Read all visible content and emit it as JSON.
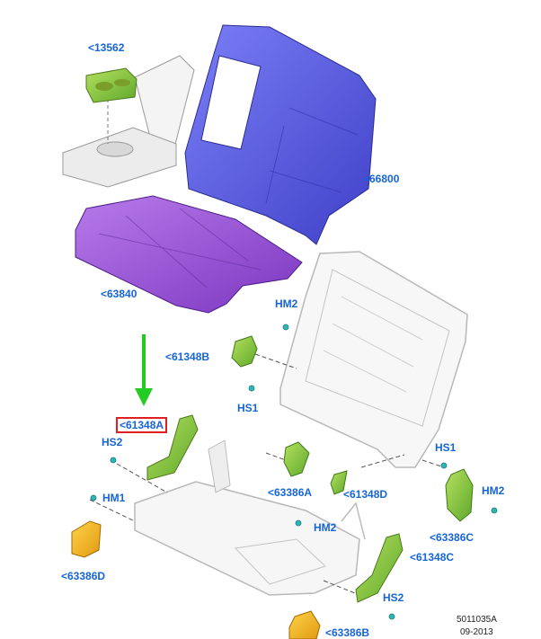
{
  "labels": {
    "p13562": "<13562",
    "p66800": "<66800",
    "p63840": "<63840",
    "hm2_top": "HM2",
    "p61348b": "<61348B",
    "hs1_left": "HS1",
    "p61348a": "<61348A",
    "hs2_left": "HS2",
    "hs1_right": "HS1",
    "hm2_right": "HM2",
    "p63386a": "<63386A",
    "p61348d": "<61348D",
    "hm1": "HM1",
    "p63386c": "<63386C",
    "p63386d": "<63386D",
    "hm2_mid": "HM2",
    "p61348c": "<61348C",
    "hs2_right": "HS2",
    "p63386b": "<63386B"
  },
  "footer": {
    "code": "5011035A",
    "date": "09-2013"
  },
  "colors": {
    "label": "#1565d8",
    "seatback_pad": "#5a5ce0",
    "cushion_pad": "#9a52d8",
    "cupholder": "#a6c83c",
    "cover_green": "#6cc03c",
    "cover_yellow": "#f2b720",
    "frame": "#cfcfcf",
    "arrow": "#22cc22",
    "selection": "#e02020"
  }
}
